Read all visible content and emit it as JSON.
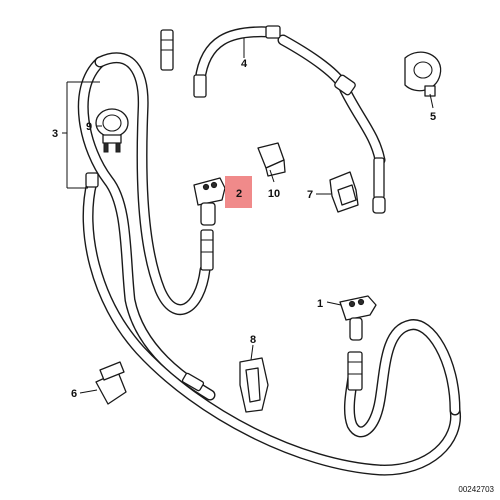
{
  "diagram": {
    "callouts": {
      "c1": "1",
      "c2": "2",
      "c3": "3",
      "c4": "4",
      "c5": "5",
      "c6": "6",
      "c7": "7",
      "c8": "8",
      "c9": "9",
      "c10": "10"
    },
    "highlighted_callout": "2",
    "highlight_color": "#f08a8a",
    "doc_number": "00242703"
  }
}
